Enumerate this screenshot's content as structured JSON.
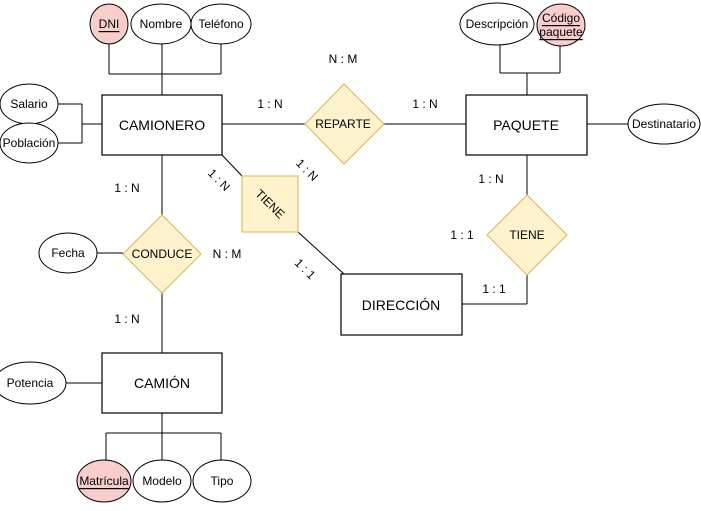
{
  "entities": {
    "camionero": "CAMIONERO",
    "paquete": "PAQUETE",
    "camion": "CAMIÓN",
    "direccion": "DIRECCIÓN"
  },
  "attributes": {
    "dni": "DNI",
    "nombre": "Nombre",
    "telefono": "Teléfono",
    "salario": "Salario",
    "poblacion": "Población",
    "descripcion": "Descripción",
    "codigo_line1": "Código",
    "codigo_line2": "paquete",
    "destinatario": "Destinatario",
    "fecha": "Fecha",
    "potencia": "Potencia",
    "matricula": "Matrícula",
    "modelo": "Modelo",
    "tipo": "Tipo"
  },
  "relationships": {
    "reparte": "REPARTE",
    "conduce": "CONDUCE",
    "tiene_camionero_direccion": "TIENE",
    "tiene_paquete_direccion": "TIENE"
  },
  "cardinalities": {
    "reparte_type": "N : M",
    "reparte_camionero": "1 : N",
    "reparte_paquete": "1 : N",
    "conduce_type": "N : M",
    "conduce_camionero": "1 : N",
    "conduce_camion": "1 : N",
    "tiene1_camionero": "1 : N",
    "tiene1_near_rel": "1 : N",
    "tiene1_direccion": "1 : 1",
    "tiene2_paquete": "1 : N",
    "tiene2_left": "1 : 1",
    "tiene2_direccion": "1 : 1"
  },
  "colors": {
    "key_attribute_fill": "#f8cecc",
    "relationship_fill": "#fff2cc",
    "relationship_stroke": "#d6b656"
  }
}
